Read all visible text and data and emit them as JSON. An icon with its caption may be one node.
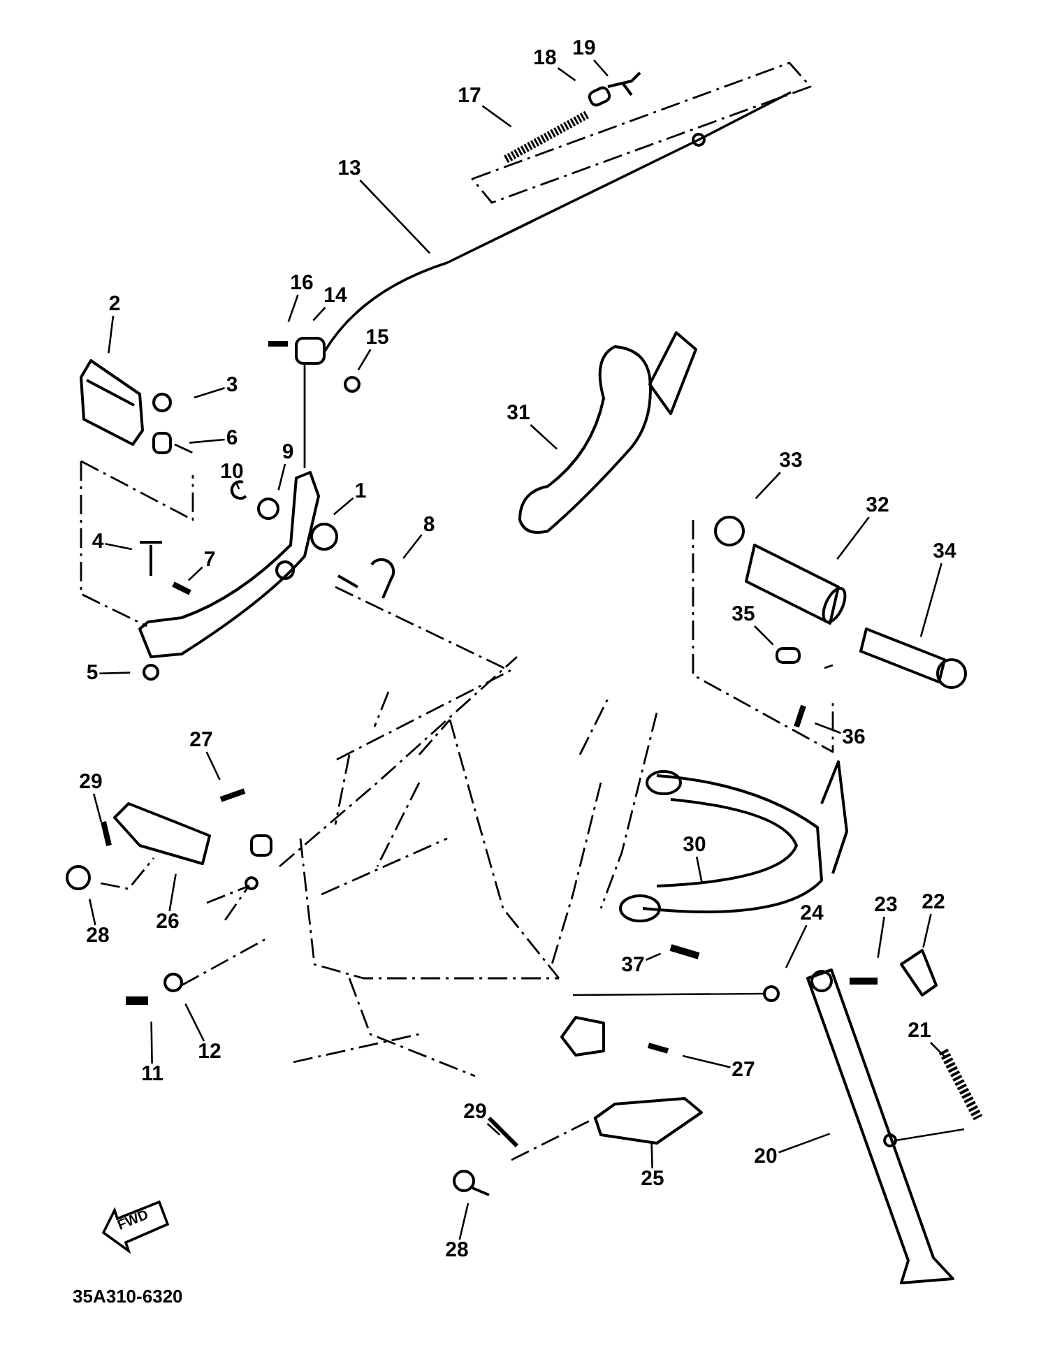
{
  "diagram": {
    "nodes": [
      {
        "text": [
          "1"
        ]
      },
      {
        "text": [
          "2"
        ]
      },
      {
        "text": [
          "3"
        ]
      },
      {
        "text": [
          "4"
        ]
      },
      {
        "text": [
          "5"
        ]
      },
      {
        "text": [
          "6"
        ]
      },
      {
        "text": [
          "7"
        ]
      },
      {
        "text": [
          "8"
        ]
      },
      {
        "text": [
          "9"
        ]
      },
      {
        "text": [
          "10"
        ]
      },
      {
        "text": [
          "11"
        ]
      },
      {
        "text": [
          "12"
        ]
      },
      {
        "text": [
          "13"
        ]
      },
      {
        "text": [
          "14"
        ]
      },
      {
        "text": [
          "15"
        ]
      },
      {
        "text": [
          "16"
        ]
      },
      {
        "text": [
          "17"
        ]
      },
      {
        "text": [
          "18"
        ]
      },
      {
        "text": [
          "19"
        ]
      },
      {
        "text": [
          "20"
        ]
      },
      {
        "text": [
          "21"
        ]
      },
      {
        "text": [
          "22"
        ]
      },
      {
        "text": [
          "23"
        ]
      },
      {
        "text": [
          "24"
        ]
      },
      {
        "text": [
          "25"
        ]
      },
      {
        "text": [
          "26"
        ]
      },
      {
        "text": [
          "27"
        ]
      },
      {
        "text": [
          "27"
        ]
      },
      {
        "text": [
          "28"
        ]
      },
      {
        "text": [
          "28"
        ]
      },
      {
        "text": [
          "29"
        ]
      },
      {
        "text": [
          "29"
        ]
      },
      {
        "text": [
          "30"
        ]
      },
      {
        "text": [
          "31"
        ]
      },
      {
        "text": [
          "32"
        ]
      },
      {
        "text": [
          "33"
        ]
      },
      {
        "text": [
          "34"
        ]
      },
      {
        "text": [
          "35"
        ]
      },
      {
        "text": [
          "36"
        ]
      },
      {
        "text": [
          "37"
        ]
      }
    ],
    "edges": [
      {
        "from": 0,
        "to": null,
        "arrow": "none"
      },
      {
        "from": 1,
        "to": null,
        "arrow": "none"
      },
      {
        "from": 2,
        "to": null,
        "arrow": "none"
      },
      {
        "from": 3,
        "to": null,
        "arrow": "none"
      },
      {
        "from": 4,
        "to": null,
        "arrow": "none"
      },
      {
        "from": 5,
        "to": null,
        "arrow": "none"
      },
      {
        "from": 6,
        "to": null,
        "arrow": "none"
      },
      {
        "from": 7,
        "to": null,
        "arrow": "none"
      },
      {
        "from": 8,
        "to": null,
        "arrow": "none"
      },
      {
        "from": 9,
        "to": null,
        "arrow": "none"
      },
      {
        "from": 10,
        "to": null,
        "arrow": "none"
      },
      {
        "from": 11,
        "to": null,
        "arrow": "none"
      },
      {
        "from": 12,
        "to": null,
        "arrow": "none"
      },
      {
        "from": 13,
        "to": null,
        "arrow": "none"
      },
      {
        "from": 14,
        "to": null,
        "arrow": "none"
      },
      {
        "from": 15,
        "to": null,
        "arrow": "none"
      },
      {
        "from": 16,
        "to": null,
        "arrow": "none"
      },
      {
        "from": 17,
        "to": null,
        "arrow": "none"
      },
      {
        "from": 18,
        "to": null,
        "arrow": "none"
      },
      {
        "from": 19,
        "to": null,
        "arrow": "none"
      },
      {
        "from": 20,
        "to": null,
        "arrow": "none"
      },
      {
        "from": 21,
        "to": null,
        "arrow": "none"
      },
      {
        "from": 22,
        "to": null,
        "arrow": "none"
      },
      {
        "from": 23,
        "to": null,
        "arrow": "none"
      },
      {
        "from": 24,
        "to": null,
        "arrow": "none"
      },
      {
        "from": 25,
        "to": null,
        "arrow": "none"
      },
      {
        "from": 26,
        "to": null,
        "arrow": "none"
      },
      {
        "from": 27,
        "to": null,
        "arrow": "none"
      },
      {
        "from": 28,
        "to": null,
        "arrow": "none"
      },
      {
        "from": 29,
        "to": null,
        "arrow": "none"
      },
      {
        "from": 30,
        "to": null,
        "arrow": "none"
      },
      {
        "from": 31,
        "to": null,
        "arrow": "none"
      },
      {
        "from": 32,
        "to": null,
        "arrow": "none"
      },
      {
        "from": 33,
        "to": null,
        "arrow": "none"
      },
      {
        "from": 34,
        "to": null,
        "arrow": "none"
      },
      {
        "from": 35,
        "to": null,
        "arrow": "none"
      },
      {
        "from": 36,
        "to": null,
        "arrow": "none"
      },
      {
        "from": 37,
        "to": null,
        "arrow": "none"
      },
      {
        "from": 38,
        "to": null,
        "arrow": "none"
      },
      {
        "from": 39,
        "to": null,
        "arrow": "none"
      }
    ],
    "labels": [
      "FWD",
      "35A310-6320"
    ]
  }
}
